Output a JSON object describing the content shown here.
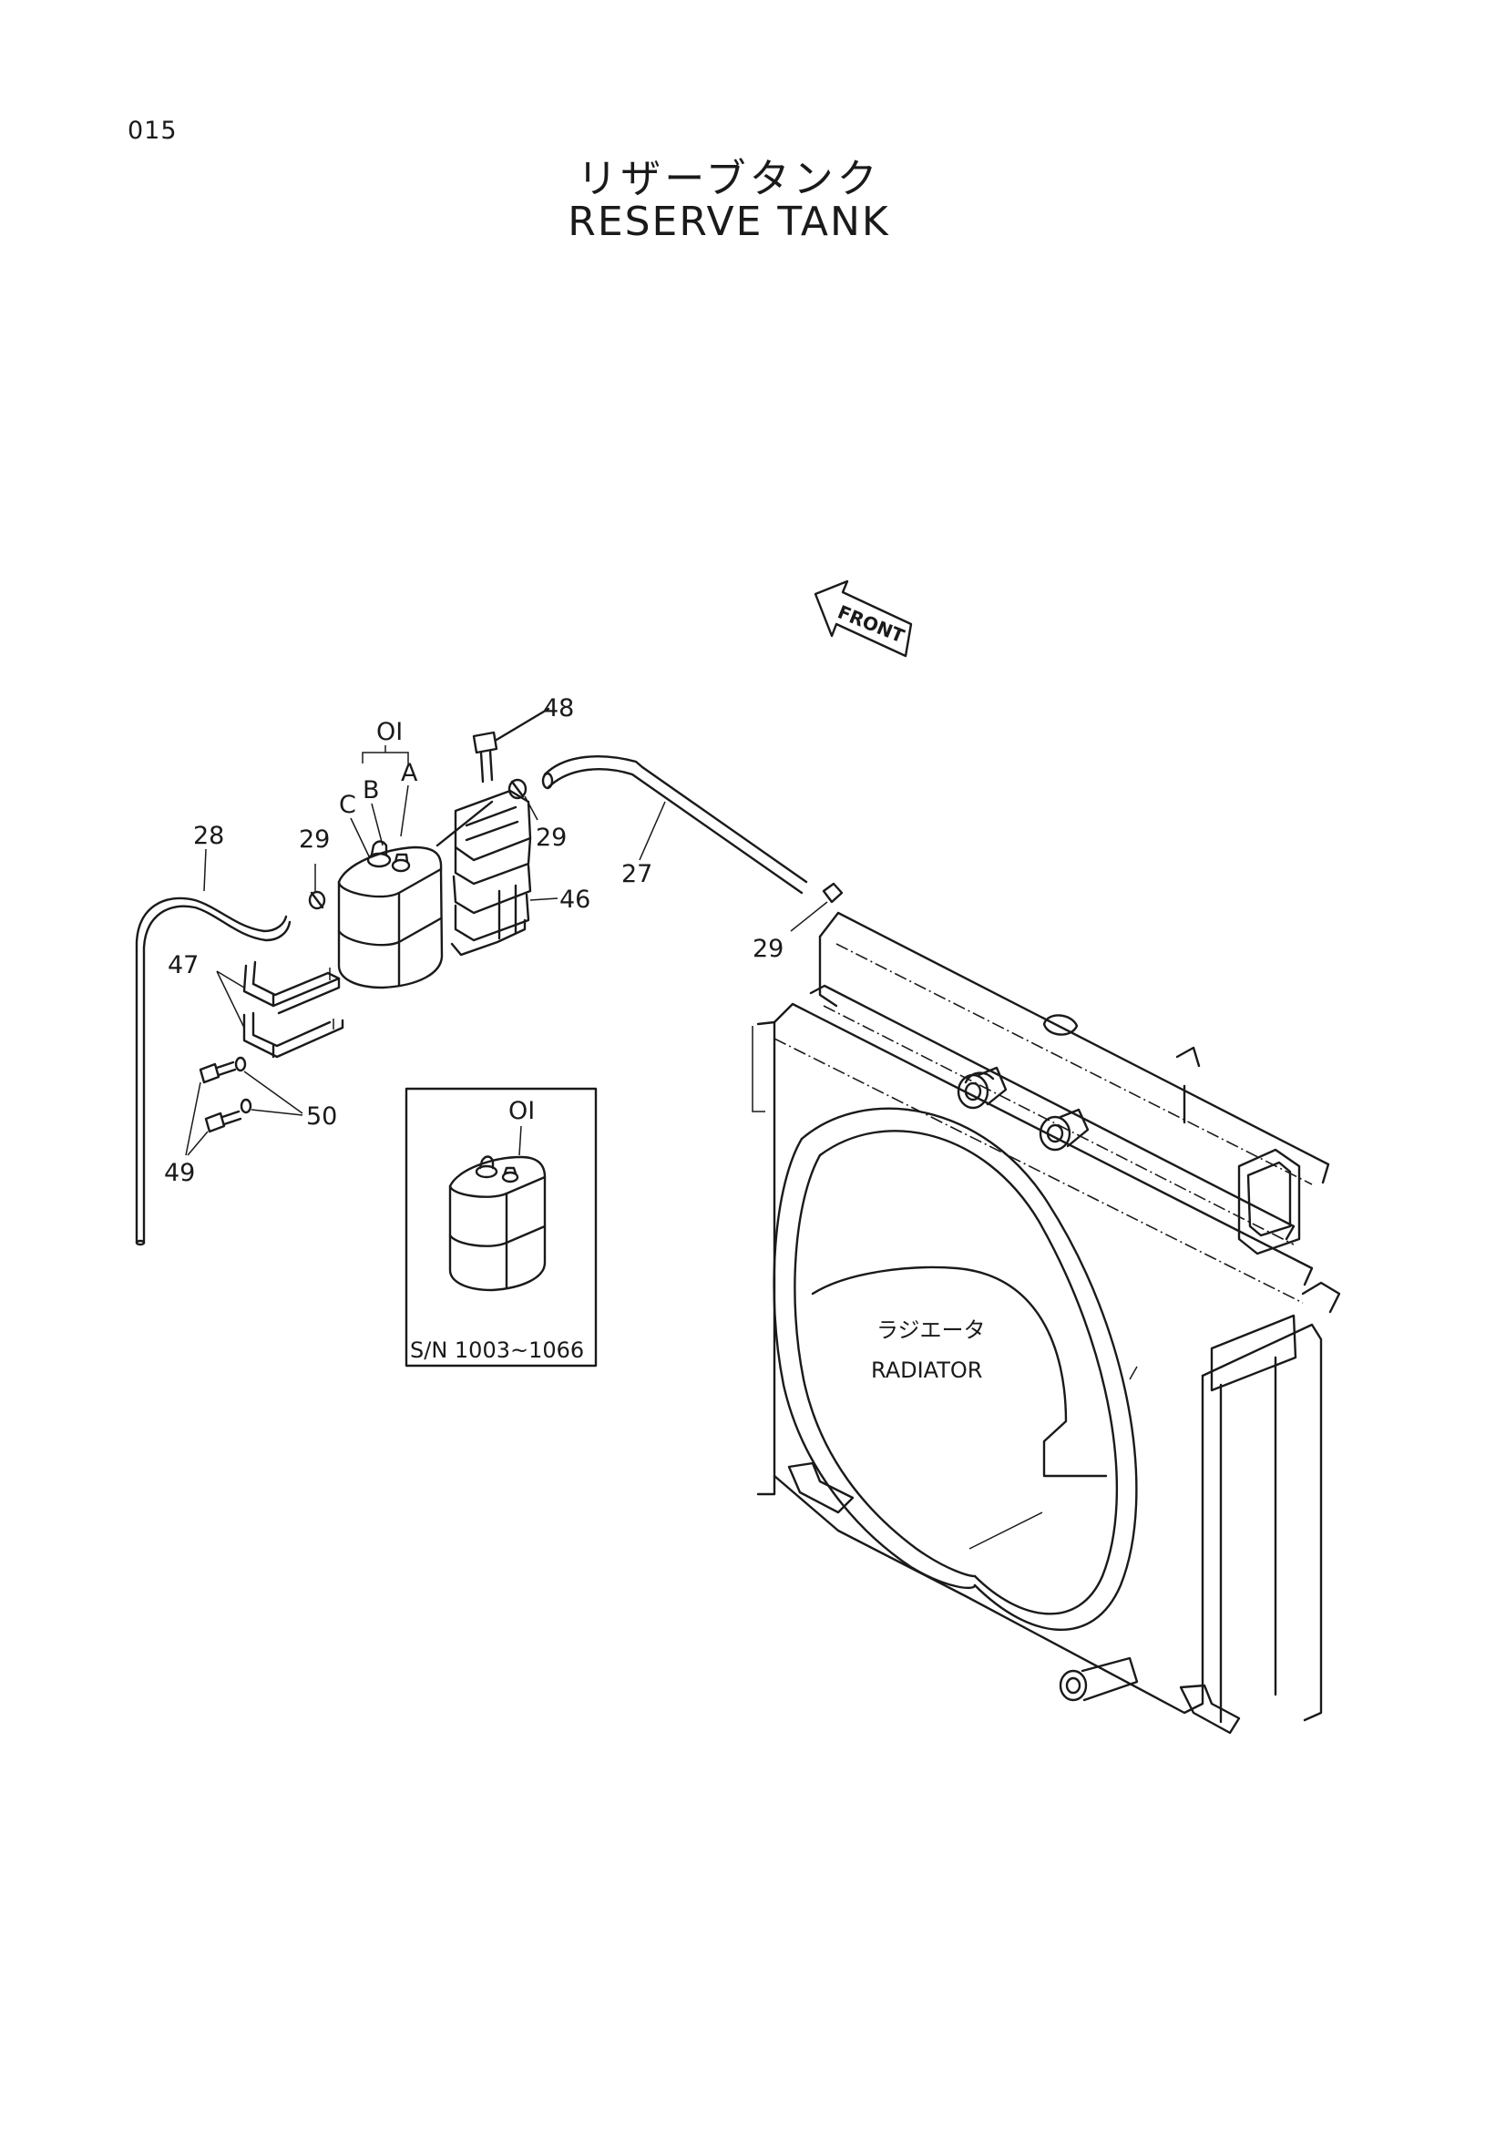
{
  "page": {
    "number": "015"
  },
  "title": {
    "jp": "リザーブタンク",
    "en": "RESERVE TANK"
  },
  "front_arrow": {
    "text": "FRONT"
  },
  "callouts": {
    "c01": "OI",
    "cA": "A",
    "cB": "B",
    "cC": "C",
    "c48": "48",
    "c28": "28",
    "c29a": "29",
    "c29b": "29",
    "c29c": "29",
    "c27": "27",
    "c46": "46",
    "c47": "47",
    "c50": "50",
    "c49": "49"
  },
  "inset": {
    "part": "OI",
    "serial": "S/N 1003~1066"
  },
  "radiator": {
    "jp": "ラジエータ",
    "en": "RADIATOR"
  }
}
